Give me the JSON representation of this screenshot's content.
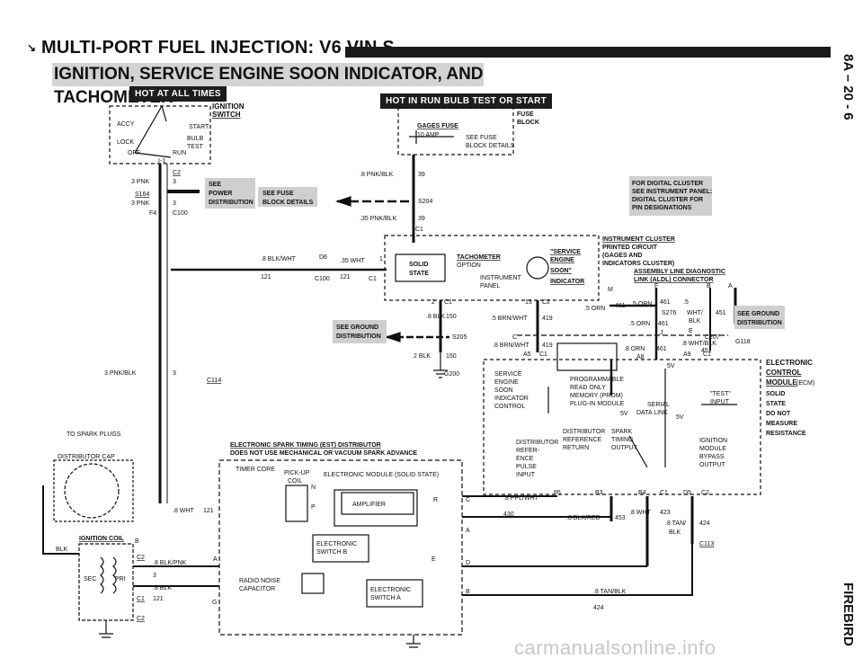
{
  "header": {
    "title": "MULTI-PORT FUEL INJECTION: V6 VIN S",
    "subtitle": "IGNITION, SERVICE ENGINE SOON INDICATOR, AND TACHOMETER",
    "side_top": "8A – 20 - 6",
    "side_bottom": "FIREBIRD"
  },
  "badges": {
    "hot_at_all_times": "HOT AT ALL TIMES",
    "hot_in_run": "HOT IN RUN BULB TEST OR START"
  },
  "ignition_switch": {
    "title": "IGNITION",
    "title2": "SWITCH",
    "positions": [
      "ACCY",
      "LOCK",
      "OFF",
      "RUN",
      "START",
      "BULB",
      "TEST"
    ],
    "i1": "I-1"
  },
  "fuse_block": {
    "label1": "FUSE",
    "label2": "BLOCK",
    "gages": "GAGES FUSE",
    "amp": "10 AMP",
    "see1": "SEE FUSE",
    "see2": "BLOCK DETAILS"
  },
  "power_dist": {
    "see": "SEE",
    "power": "POWER",
    "dist": "DISTRIBUTION",
    "see_fuse": "SEE FUSE",
    "block_details": "BLOCK DETAILS"
  },
  "digital_note": [
    "FOR DIGITAL CLUSTER",
    "SEE INSTRUMENT PANEL:",
    "DIGITAL CLUSTER FOR",
    "PIN DESIGNATIONS"
  ],
  "instrument_cluster": {
    "lines": [
      "INSTRUMENT CLUSTER",
      "PRINTED CIRCUIT",
      "(GAGES AND",
      "INDICATORS CLUSTER)",
      "ASSEMBLY LINE DIAGNOSTIC",
      "LINK (ALDL) CONNECTOR"
    ],
    "aldl_pins": [
      "M",
      "F",
      "B",
      "A"
    ],
    "tachometer": "TACHOMETER",
    "option": "OPTION",
    "solid": "SOLID",
    "state": "STATE",
    "instrument": "INSTRUMENT",
    "panel": "PANEL",
    "ses1": "\"SERVICE",
    "ses2": "ENGINE",
    "ses3": "SOON\"",
    "ses4": "INDICATOR"
  },
  "wire_labels": {
    "pnk_blk_8": ".8 PNK/BLK",
    "n39a": "39",
    "s204": "S204",
    "pnk_blk_35": ".35 PNK/BLK",
    "n39b": "39",
    "c1_top": "C1",
    "pnk3": "3 PNK",
    "n3a": "3",
    "s164": "S164",
    "pnk3b": "3 PNK",
    "n3b": "3",
    "f4": "F4",
    "c100": "C100",
    "c2_top": "C2",
    "blk_wht_8": ".8 BLK/WHT",
    "d6": "D6",
    "wht_35": ".35 WHT",
    "n121a": "121",
    "c100b": "C100",
    "n121b": "121",
    "c1b": "C1",
    "n1": "1",
    "blk_8": ".8 BLK",
    "n150a": "150",
    "n2": "2",
    "c1c": "C1",
    "n13": "13",
    "c2b": "C2",
    "brn_wht_5": ".5 BRN/WHT",
    "n419a": "419",
    "see_ground": "SEE GROUND",
    "distribution": "DISTRIBUTION",
    "s205": "S205",
    "c": "C",
    "brn_wht_8": ".8 BRN/WHT",
    "n419b": "419",
    "a5": "A5",
    "c1d": "C1",
    "blk_2": "2 BLK",
    "n150b": "150",
    "g200": "G200",
    "orn_5a": ".5 ORN",
    "n461a": "461",
    "orn_5b": ".5 ORN",
    "n461b": "461",
    "n5": ".5",
    "s276": "S276",
    "wht_slash": "WHT/",
    "blk": "BLK",
    "n451a": "451",
    "j": "J",
    "e": "E",
    "see_ground2": "SEE GROUND",
    "distribution2": "DISTRIBUTION",
    "orn_5c": ".5 ORN",
    "n461c": "461",
    "c207": "C207",
    "wht_blk_8": ".8 WHT/BLK",
    "n451b": "451",
    "orn_8": ".8 ORN",
    "n461d": "461",
    "a8": "A8",
    "a9": "A9",
    "c1e": "C1",
    "g118": "G118",
    "pnk_blk_3": "3 PNK/BLK",
    "n3c": "3",
    "c114": "C114",
    "wht_8": ".8 WHT",
    "n121c": "121",
    "ppl_wht": ".8 PPL/WHT",
    "n85": "85",
    "b3": "B3",
    "n430": "430",
    "blk_red": ".8 BLK/RED",
    "n453": "453",
    "wht_8b": ".8 WHT",
    "b4": "B4",
    "n423": "423",
    "c1f": "C1",
    "d5": "D5",
    "c2c": "C2",
    "tan_8": ".8 TAN/",
    "blk2": "BLK",
    "n424a": "424",
    "c113": "C113",
    "tan_blk_8": ".8 TAN/BLK",
    "n424b": "424",
    "c2d": "C2",
    "blk_pnk": ".8 BLK/PNK",
    "n3d": "3",
    "blk_8b": ".8 BLK",
    "c1g": "C1",
    "n121d": "121",
    "c2e": "C2",
    "b": "B",
    "a": "A"
  },
  "ecm": {
    "title1": "ELECTRONIC",
    "title2": "CONTROL",
    "title3": "MODULE",
    "ecm": "(ECM)",
    "desc": [
      "SOLID",
      "STATE",
      "DO NOT",
      "MEASURE",
      "RESISTANCE"
    ],
    "ses": [
      "SERVICE",
      "ENGINE",
      "SOON",
      "INDICATOR",
      "CONTROL"
    ],
    "prom": [
      "PROGRAMMABLE",
      "READ ONLY",
      "MEMORY (PROM)",
      "PLUG-IN MODULE"
    ],
    "test1": "\"TEST\"",
    "test2": "INPUT",
    "v5a": "5V",
    "v5b": "5V",
    "v5c": "5V",
    "serial": "SERIAL",
    "data_link": "DATA LINK",
    "dist_ref": [
      "DISTRIBUTOR",
      "REFER-",
      "ENCE",
      "PULSE",
      "INPUT"
    ],
    "spark": [
      "SPARK",
      "TIMING",
      "OUTPUT"
    ],
    "dist_ret": [
      "DISTRIBUTOR",
      "REFERENCE",
      "RETURN"
    ],
    "bypass": [
      "IGNITION",
      "MODULE",
      "BYPASS",
      "OUTPUT"
    ]
  },
  "distributor": {
    "spark_plugs": "TO SPARK PLUGS",
    "cap": "DISTRIBUTOR CAP",
    "coil": "IGNITION COIL",
    "blk": "BLK",
    "sec": "SEC",
    "pri": "PRI",
    "est1": "ELECTRONIC SPARK TIMING (EST) DISTRIBUTOR",
    "est2": "DOES NOT USE MECHANICAL OR VACUUM SPARK ADVANCE",
    "timer": "TIMER CORE",
    "pickup": "PICK-UP",
    "coil2": "COIL",
    "module": "ELECTRONIC MODULE (SOLID STATE)",
    "amplifier": "AMPLIFIER",
    "sw_b1": "ELECTRONIC",
    "sw_b2": "SWITCH B",
    "sw_a1": "ELECTRONIC",
    "sw_a2": "SWITCH A",
    "radio1": "RADIO NOISE",
    "radio2": "CAPACITOR",
    "pins": [
      "N",
      "P",
      "R",
      "C",
      "A",
      "E",
      "D",
      "B",
      "G"
    ]
  },
  "watermark": "carmanualsonline.info"
}
